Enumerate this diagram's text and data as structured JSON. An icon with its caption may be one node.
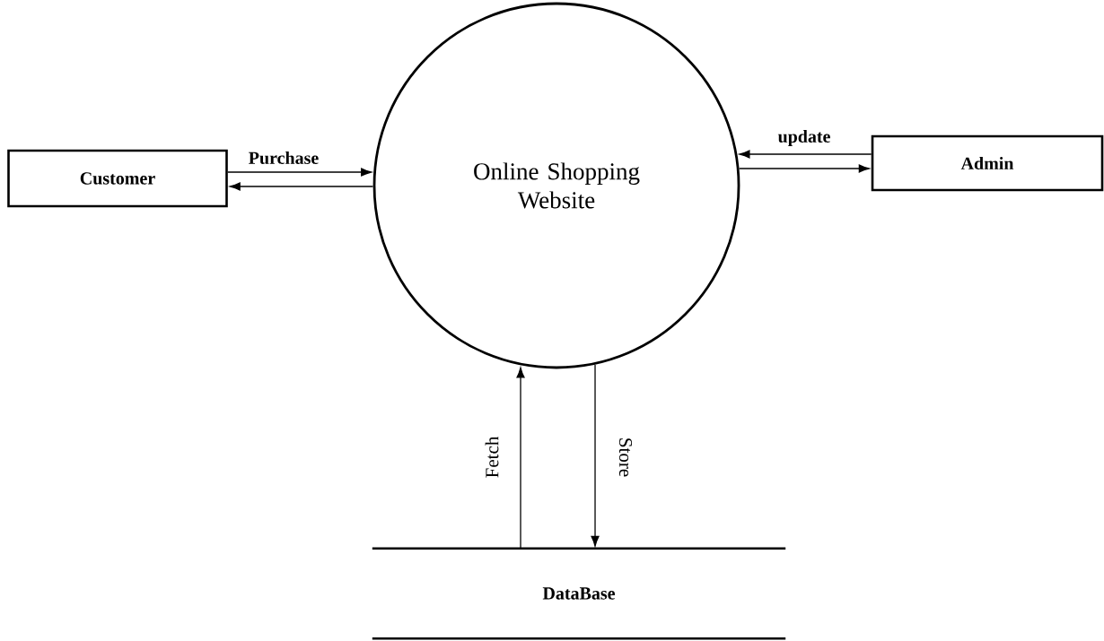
{
  "diagram": {
    "nodes": [
      {
        "text": [
          "Customer"
        ]
      },
      {
        "text": [
          "Online Shopping Website"
        ]
      },
      {
        "text": [
          "Admin"
        ]
      },
      {
        "text": [
          "DataBase"
        ]
      }
    ],
    "edges": [
      {
        "from": 0,
        "to": 1,
        "arrow": "to",
        "label": "Purchase"
      },
      {
        "from": 1,
        "to": 0,
        "arrow": "to"
      },
      {
        "from": 2,
        "to": 1,
        "arrow": "to",
        "label": "update"
      },
      {
        "from": 1,
        "to": 2,
        "arrow": "to"
      },
      {
        "from": 3,
        "to": 1,
        "arrow": "to",
        "label": "Fetch"
      },
      {
        "from": 1,
        "to": 3,
        "arrow": "to",
        "label": "Store"
      }
    ]
  }
}
